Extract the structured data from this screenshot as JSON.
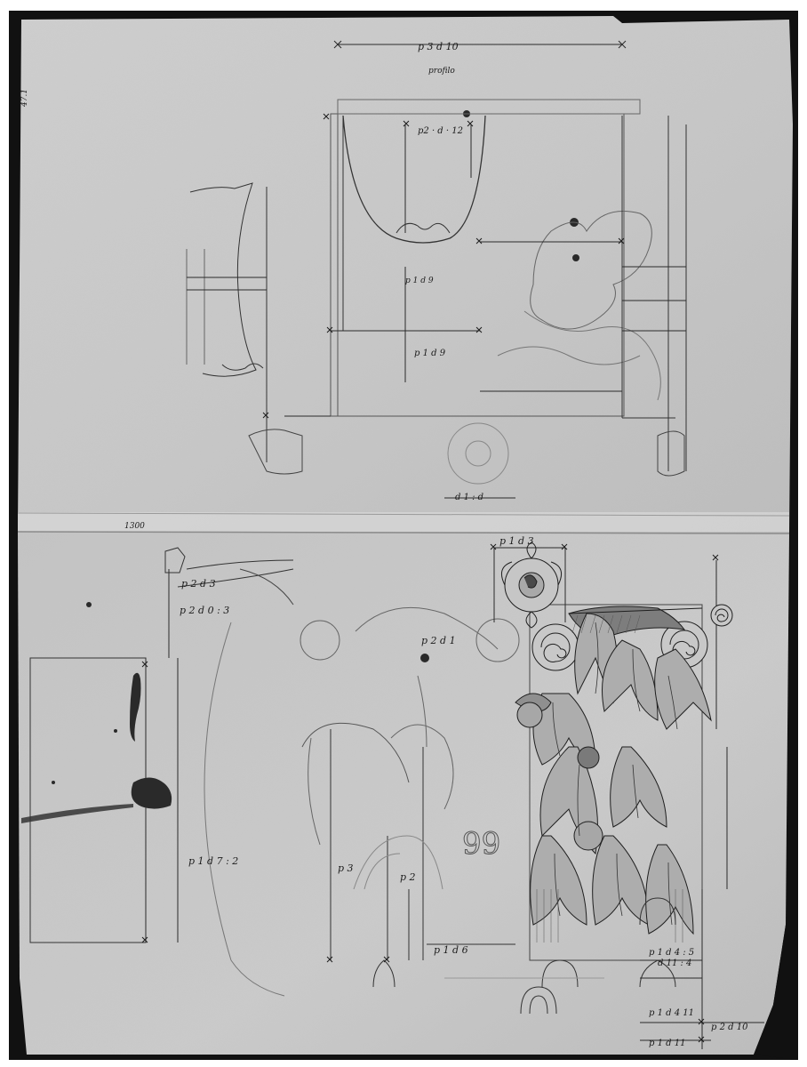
{
  "artwork": {
    "type": "architectural drawing sheet",
    "subject": "Corinthian capital with measured details",
    "colors": {
      "background": "#ffffff",
      "border": "#111111",
      "paper": "#c9c9c9",
      "paper_light": "#d6d6d6",
      "ink": "#1c1c1c",
      "stain": "#2a2a2a"
    }
  },
  "labels": {
    "top_measure": "p 3 d 10",
    "top_note": "profilo",
    "top_p2d": "p2 · d · 12",
    "mid_p10d9": "p 1 d 9",
    "center_note": "p 1 d 9",
    "bottom_measure": "d 1 : d",
    "lower_p2d3": "p 2 d 3",
    "lower_p2d03": "p 2 d 0 : 3",
    "lower_p2d1": "p 2 d 1",
    "lower_p1d3": "p 1 d 3",
    "lower_number": "99",
    "lower_p1d6": "p 1 d 6",
    "lower_p1d7": "p 1 d 7 : 2",
    "lower_p2": "p 2",
    "lower_p3": "p 3",
    "lower_right_a": "p 1 d 4 : 5",
    "lower_right_b": "d 11 : 4",
    "lower_right_c": "p 1 d 4 11",
    "lower_right_d": "p 2 d 10",
    "lower_right_e": "p 1 d 11",
    "accession": "47.1",
    "fold_note": "1300"
  }
}
